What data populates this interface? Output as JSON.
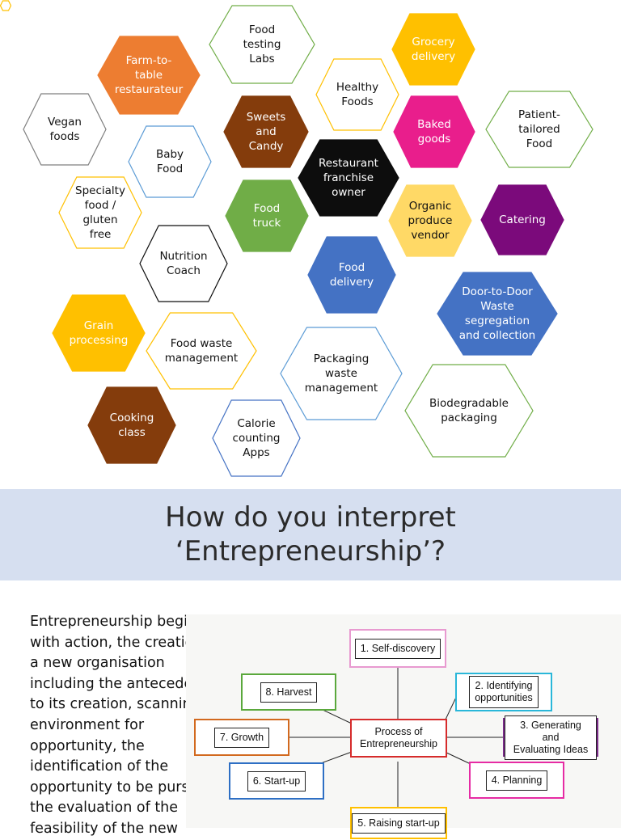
{
  "hexagons": [
    {
      "id": "farm-to-table",
      "label": "Farm-to-\ntable\nrestaurateur",
      "fill": "#ed7d31",
      "stroke": "#ed7d31",
      "text": "#ffffff"
    },
    {
      "id": "food-testing",
      "label": "Food\ntesting\nLabs",
      "fill": "#ffffff",
      "stroke": "#70ad47",
      "text": "#111111"
    },
    {
      "id": "grocery",
      "label": "Grocery\ndelivery",
      "fill": "#ffc000",
      "stroke": "#ffc000",
      "text": "#ffffff"
    },
    {
      "id": "vegan",
      "label": "Vegan\nfoods",
      "fill": "#ffffff",
      "stroke": "#7f7f7f",
      "text": "#111111"
    },
    {
      "id": "sweets",
      "label": "Sweets\nand\nCandy",
      "fill": "#843c0c",
      "stroke": "#843c0c",
      "text": "#ffffff"
    },
    {
      "id": "healthy",
      "label": "Healthy\nFoods",
      "fill": "#ffffff",
      "stroke": "#ffc000",
      "text": "#111111"
    },
    {
      "id": "baked",
      "label": "Baked\ngoods",
      "fill": "#e91e8c",
      "stroke": "#e91e8c",
      "text": "#ffffff"
    },
    {
      "id": "patient",
      "label": "Patient-\ntailored\nFood",
      "fill": "#ffffff",
      "stroke": "#70ad47",
      "text": "#111111"
    },
    {
      "id": "baby",
      "label": "Baby\nFood",
      "fill": "#ffffff",
      "stroke": "#5b9bd5",
      "text": "#111111"
    },
    {
      "id": "restaurant",
      "label": "Restaurant\nfranchise\nowner",
      "fill": "#0d0d0d",
      "stroke": "#0d0d0d",
      "text": "#ffffff"
    },
    {
      "id": "specialty",
      "label": "Specialty\nfood /\ngluten\nfree",
      "fill": "#ffffff",
      "stroke": "#ffc000",
      "text": "#111111"
    },
    {
      "id": "food-truck",
      "label": "Food\ntruck",
      "fill": "#70ad47",
      "stroke": "#70ad47",
      "text": "#ffffff"
    },
    {
      "id": "organic",
      "label": "Organic\nproduce\nvendor",
      "fill": "#ffd966",
      "stroke": "#ffd966",
      "text": "#111111"
    },
    {
      "id": "catering",
      "label": "Catering",
      "fill": "#7b0a7b",
      "stroke": "#7b0a7b",
      "text": "#ffffff"
    },
    {
      "id": "nutrition",
      "label": "Nutrition\nCoach",
      "fill": "#ffffff",
      "stroke": "#0d0d0d",
      "text": "#111111"
    },
    {
      "id": "food-delivery",
      "label": "Food\ndelivery",
      "fill": "#4472c4",
      "stroke": "#4472c4",
      "text": "#ffffff"
    },
    {
      "id": "door-to-door",
      "label": "Door-to-Door\nWaste\nsegregation\nand collection",
      "fill": "#4472c4",
      "stroke": "#4472c4",
      "text": "#ffffff"
    },
    {
      "id": "grain",
      "label": "Grain\nprocessing",
      "fill": "#ffc000",
      "stroke": "#ffc000",
      "text": "#ffffff"
    },
    {
      "id": "food-waste",
      "label": "Food waste\nmanagement",
      "fill": "#ffffff",
      "stroke": "#ffc000",
      "text": "#111111"
    },
    {
      "id": "packaging-waste",
      "label": "Packaging\nwaste\nmanagement",
      "fill": "#ffffff",
      "stroke": "#5b9bd5",
      "text": "#111111"
    },
    {
      "id": "biodegradable",
      "label": "Biodegradable\npackaging",
      "fill": "#ffffff",
      "stroke": "#70ad47",
      "text": "#111111"
    },
    {
      "id": "cooking",
      "label": "Cooking\nclass",
      "fill": "#843c0c",
      "stroke": "#843c0c",
      "text": "#ffffff"
    },
    {
      "id": "calorie",
      "label": "Calorie\ncounting\nApps",
      "fill": "#ffffff",
      "stroke": "#4472c4",
      "text": "#111111"
    }
  ],
  "title": {
    "line1": "How do you interpret",
    "line2": "‘Entrepreneurship’?"
  },
  "body_text": "Entrepreneurship begins with action, the creation of a new organisation including the antecedents to its creation, scanning the environment for opportunity, the identification of the opportunity to be pursued, the evaluation of the feasibility of the new",
  "process": {
    "center": "Process of\nEntrepreneurship",
    "steps": [
      {
        "id": "self-discovery",
        "label": "1. Self-discovery",
        "color": "#e89ad0"
      },
      {
        "id": "identifying",
        "label": "2. Identifying\nopportunities",
        "color": "#2ab7d9"
      },
      {
        "id": "generating",
        "label": "3. Generating and\nEvaluating Ideas",
        "color": "#7b2c8a"
      },
      {
        "id": "planning",
        "label": "4. Planning",
        "color": "#e62ba4"
      },
      {
        "id": "raising",
        "label": "5. Raising start-up",
        "color": "#ffc000"
      },
      {
        "id": "startup",
        "label": "6. Start-up",
        "color": "#2e6fc4"
      },
      {
        "id": "growth",
        "label": "7. Growth",
        "color": "#d2691e"
      },
      {
        "id": "harvest",
        "label": "8. Harvest",
        "color": "#5aa83c"
      }
    ],
    "center_color": "#d62b2b"
  }
}
